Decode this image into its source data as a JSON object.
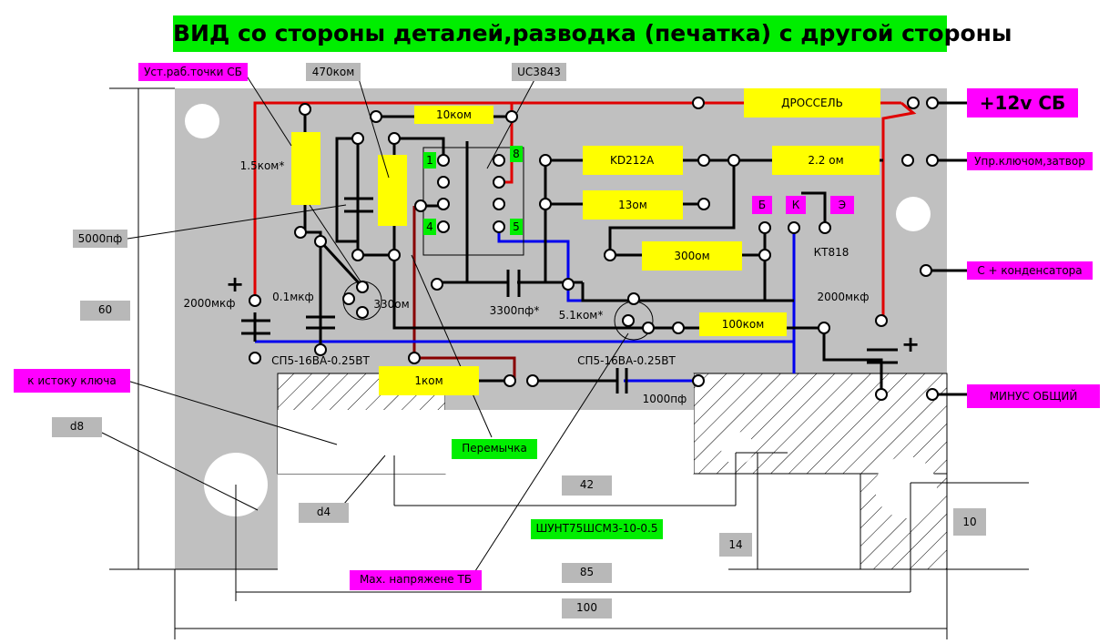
{
  "title": "ВИД со стороны деталей,разводка (печатка) с другой стороны",
  "plus12": "+12v СБ",
  "labels": {
    "ust_rab": "Уст.раб.точки СБ",
    "r470k": "470ком",
    "uc3843": "UC3843",
    "r10k": "10ком",
    "drossel": "ДРОССЕЛЬ",
    "kd212a": "KD212A",
    "r2_2": "2.2 ом",
    "upr_klyuch": "Упр.ключом,затвор",
    "r1_5k": "1.5ком*",
    "r13": "13ом",
    "b": "Б",
    "k": "К",
    "e": "Э",
    "kt818": "КТ818",
    "c5000": "5000пф",
    "r300": "300ом",
    "c_plus": "С + конденсатора",
    "dim60": "60",
    "c2000_left": "2000мкф",
    "c0_1": "0.1мкф",
    "r330": "330ом",
    "c3300": "3300пф*",
    "r5_1k": "5.1ком*",
    "c2000_right": "2000мкф",
    "r100k": "100ком",
    "sp5_left": "СП5-16ВА-0.25ВТ",
    "sp5_right": "СП5-16ВА-0.25ВТ",
    "k_istoku": "к истоку ключа",
    "r1k": "1ком",
    "c1000": "1000пф",
    "minus": "МИНУС ОБЩИЙ",
    "d8": "d8",
    "peremychka": "Перемычка",
    "dim42": "42",
    "d4": "d4",
    "shunt": "ШУНТ75ШСМ3-10-0.5",
    "dim14": "14",
    "dim10": "10",
    "max_napr": "Мах. напряжене ТБ",
    "dim85": "85",
    "dim100": "100",
    "pin1": "1",
    "pin4": "4",
    "pin8": "8",
    "pin5": "5"
  },
  "colors": {
    "board": "#c0c0c0",
    "red_trace": "#e00000",
    "blue_trace": "#0000ee",
    "darkred_trace": "#880000",
    "component": "#ffff00",
    "label_magenta": "#ff00ff",
    "label_green": "#00ee00",
    "label_gray": "#b8b8b8"
  }
}
